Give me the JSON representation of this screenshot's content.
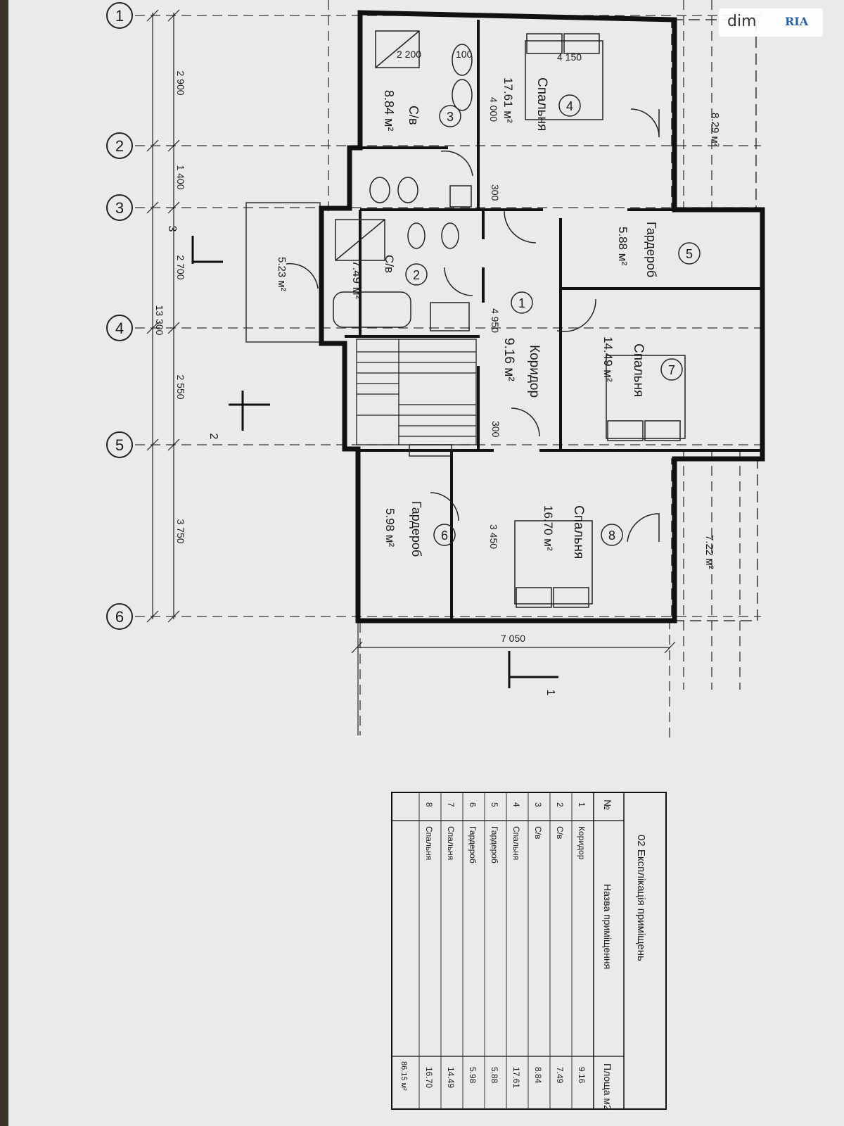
{
  "watermark": {
    "brand_left": "dim",
    "brand_right": "RIA"
  },
  "grid_axes": [
    "1",
    "2",
    "3",
    "4",
    "5",
    "6"
  ],
  "dimensions": {
    "left_segments": [
      "2 900",
      "1 400",
      "2 700",
      "2 550",
      "3 750"
    ],
    "overall_length": "13 300",
    "bottom_width": "7 050",
    "axis3_extra": "3",
    "inner": [
      "2 200",
      "100",
      "4 150",
      "4 000",
      "300",
      "4 950",
      "300",
      "3 450"
    ]
  },
  "sections": {
    "cut1": "1",
    "cut2": "2"
  },
  "rooms": [
    {
      "num": "1",
      "name": "Коридор",
      "area": "9.16 м²"
    },
    {
      "num": "2",
      "name": "С/в",
      "area": "7.49 м²"
    },
    {
      "num": "3",
      "name": "С/в",
      "area": "8.84 м²"
    },
    {
      "num": "4",
      "name": "Спальня",
      "area": "17.61 м²"
    },
    {
      "num": "5",
      "name": "Гардероб",
      "area": "5.88 м²"
    },
    {
      "num": "6",
      "name": "Гардероб",
      "area": "5.98 м²"
    },
    {
      "num": "7",
      "name": "Спальня",
      "area": "14.49 м²"
    },
    {
      "num": "8",
      "name": "Спальня",
      "area": "16.70 м²"
    }
  ],
  "terraces": [
    {
      "area": "8.29 м²"
    },
    {
      "area": "5.23 м²"
    },
    {
      "area": "7.22 м²"
    }
  ],
  "explication": {
    "title": "02 Експлікація приміщень",
    "headers": [
      "№",
      "Назва приміщення",
      "Площа м2"
    ],
    "rows": [
      [
        "1",
        "Коридор",
        "9.16"
      ],
      [
        "2",
        "С/в",
        "7.49"
      ],
      [
        "3",
        "С/в",
        "8.84"
      ],
      [
        "4",
        "Спальня",
        "17.61"
      ],
      [
        "5",
        "Гардероб",
        "5.88"
      ],
      [
        "6",
        "Гардероб",
        "5.98"
      ],
      [
        "7",
        "Спальня",
        "14.49"
      ],
      [
        "8",
        "Спальня",
        "16.70"
      ]
    ],
    "total": "86.15 м²"
  }
}
